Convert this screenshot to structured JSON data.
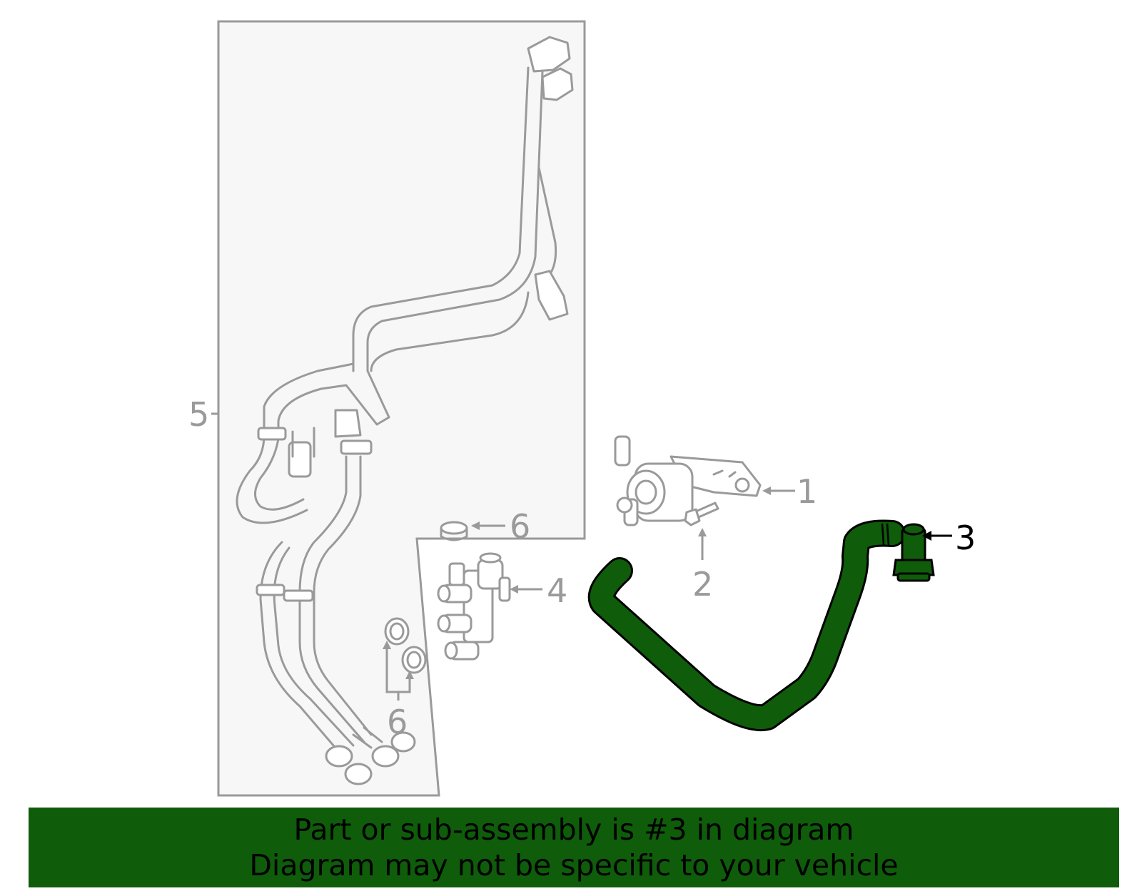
{
  "colors": {
    "highlight": "#0f5c0a",
    "banner": "#0f5c0a",
    "line_gray": "#9a9a9a",
    "group_fill": "#f7f7f7"
  },
  "callouts": {
    "c1": "1",
    "c2": "2",
    "c3": "3",
    "c4": "4",
    "c5": "5",
    "c6a": "6",
    "c6b": "6"
  },
  "banner": {
    "line1": "Part or sub-assembly is #3 in diagram",
    "line2": "Diagram may not be specific to your vehicle"
  }
}
